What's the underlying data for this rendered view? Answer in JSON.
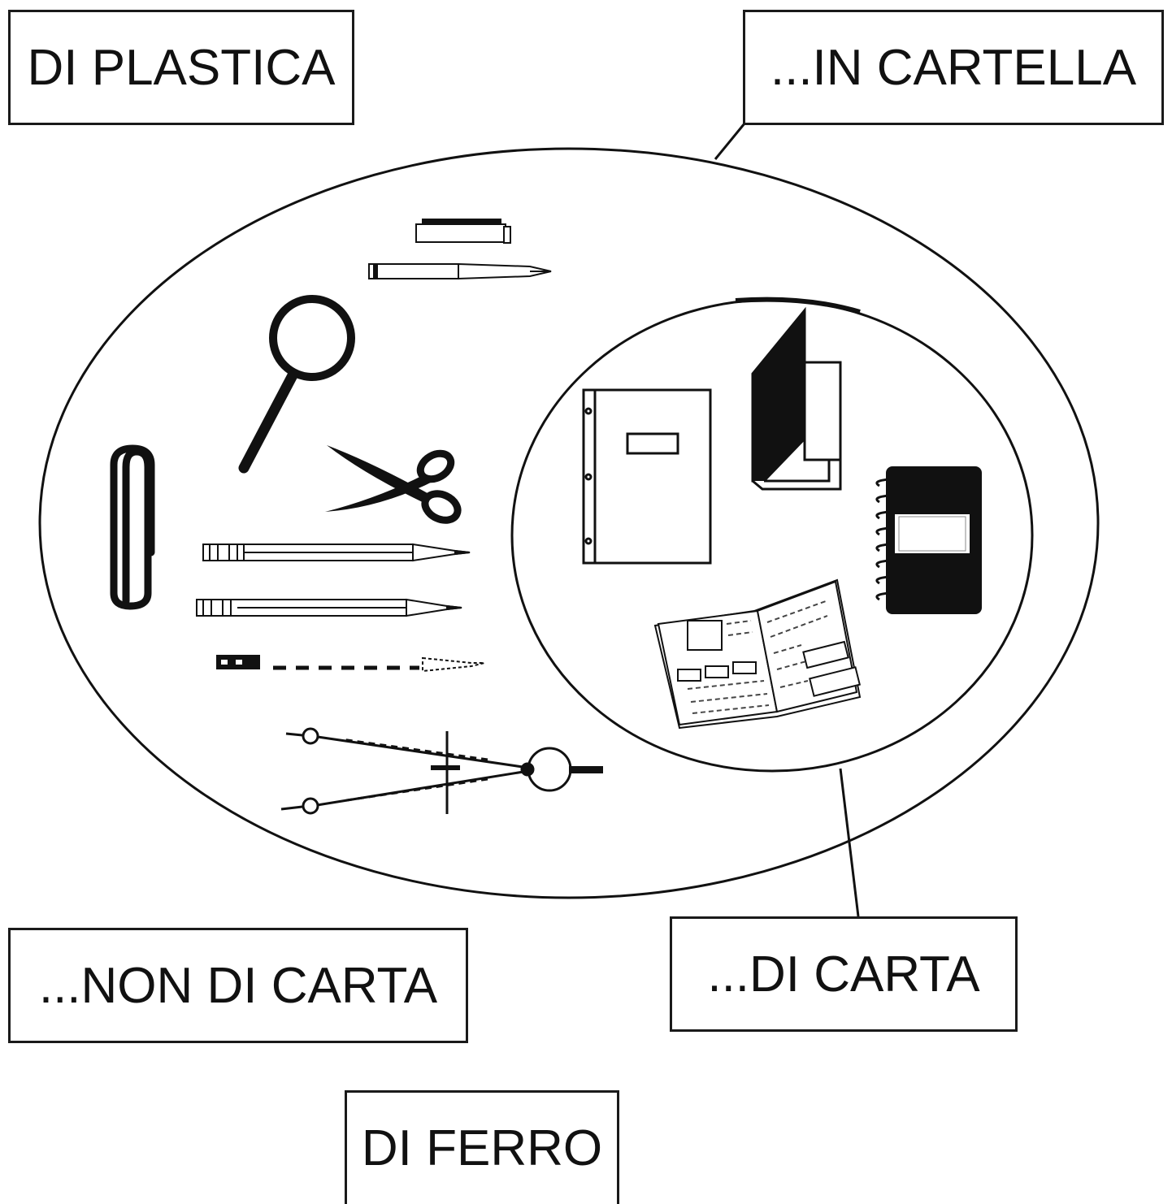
{
  "labels": {
    "plastica": "DI PLASTICA",
    "cartella": "...IN CARTELLA",
    "non_carta": "...NON DI CARTA",
    "carta": "...DI CARTA",
    "ferro": "DI FERRO"
  },
  "colors": {
    "ink": "#111111",
    "paper": "#ffffff"
  },
  "icons": [
    "fountain-pen-icon",
    "magnifying-glass-icon",
    "paper-clip-icon",
    "scissors-icon",
    "pencil-icon",
    "mechanical-pencil-icon",
    "compass-icon",
    "ring-binder-icon",
    "book-icon",
    "spiral-notebook-icon",
    "magazine-icon"
  ]
}
